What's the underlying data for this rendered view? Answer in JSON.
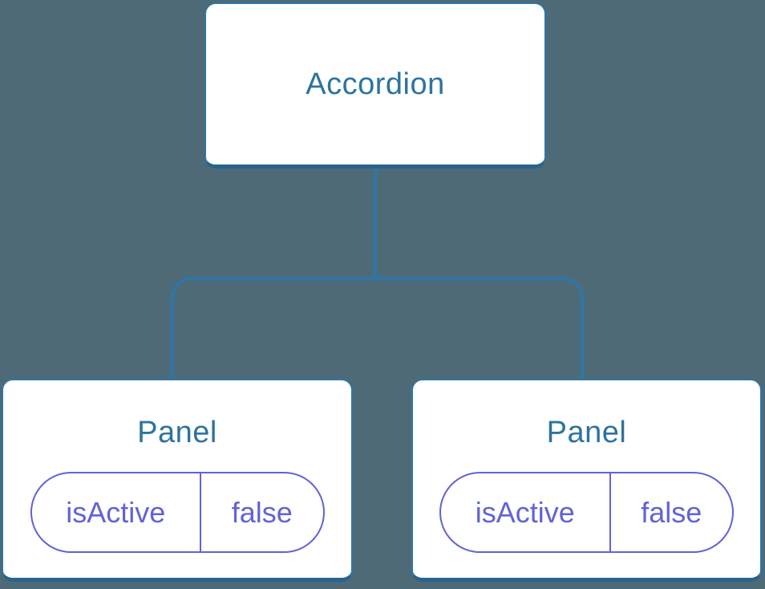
{
  "colors": {
    "background": "#4d6a76",
    "line_blue": "#2f76a6",
    "line_blue_dark": "#26648f",
    "title_blue": "#2d739f",
    "pill_purple": "#6163d5",
    "box_background": "#ffffff"
  },
  "tree": {
    "root": {
      "label": "Accordion"
    },
    "children": [
      {
        "label": "Panel",
        "state": {
          "name": "isActive",
          "value": "false"
        }
      },
      {
        "label": "Panel",
        "state": {
          "name": "isActive",
          "value": "false"
        }
      }
    ]
  }
}
